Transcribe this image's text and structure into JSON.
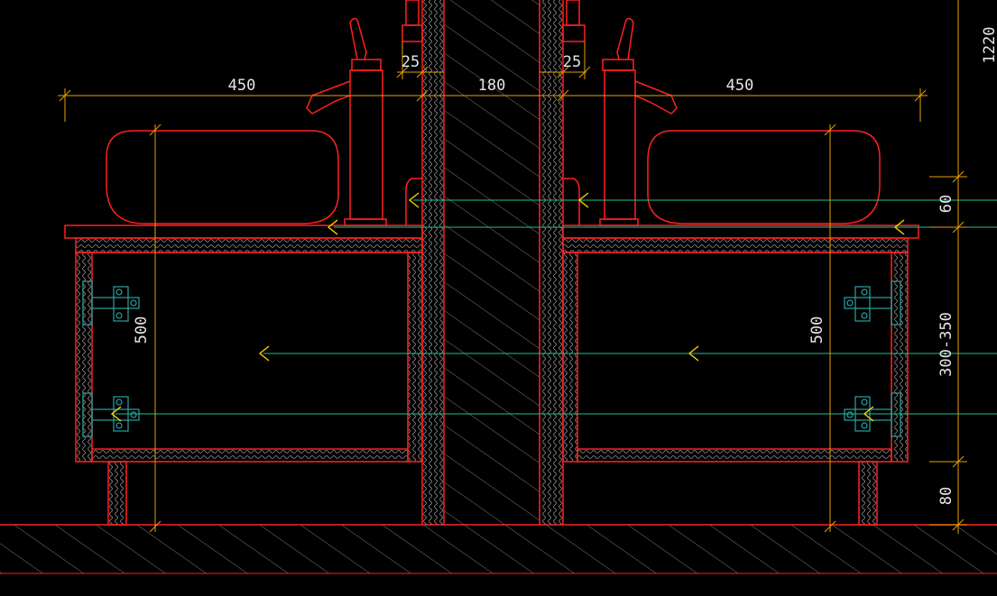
{
  "colors": {
    "background": "#000000",
    "structure": "#ff2020",
    "dimension": "#e8a100",
    "hatch": "#8c8c8c",
    "leader": "#1fbf8f",
    "marker": "#ffd000",
    "hinge": "#29a3a3",
    "text": "#e6e6e6"
  },
  "dimensions": {
    "left_width": "450",
    "right_width": "450",
    "wall_thickness": "180",
    "left_gap": "25",
    "right_gap": "25",
    "left_cabinet_height": "500",
    "right_cabinet_height": "500",
    "top_right": "1220",
    "counter_thickness": "60",
    "mount_height": "300-350",
    "leg_height": "80"
  }
}
